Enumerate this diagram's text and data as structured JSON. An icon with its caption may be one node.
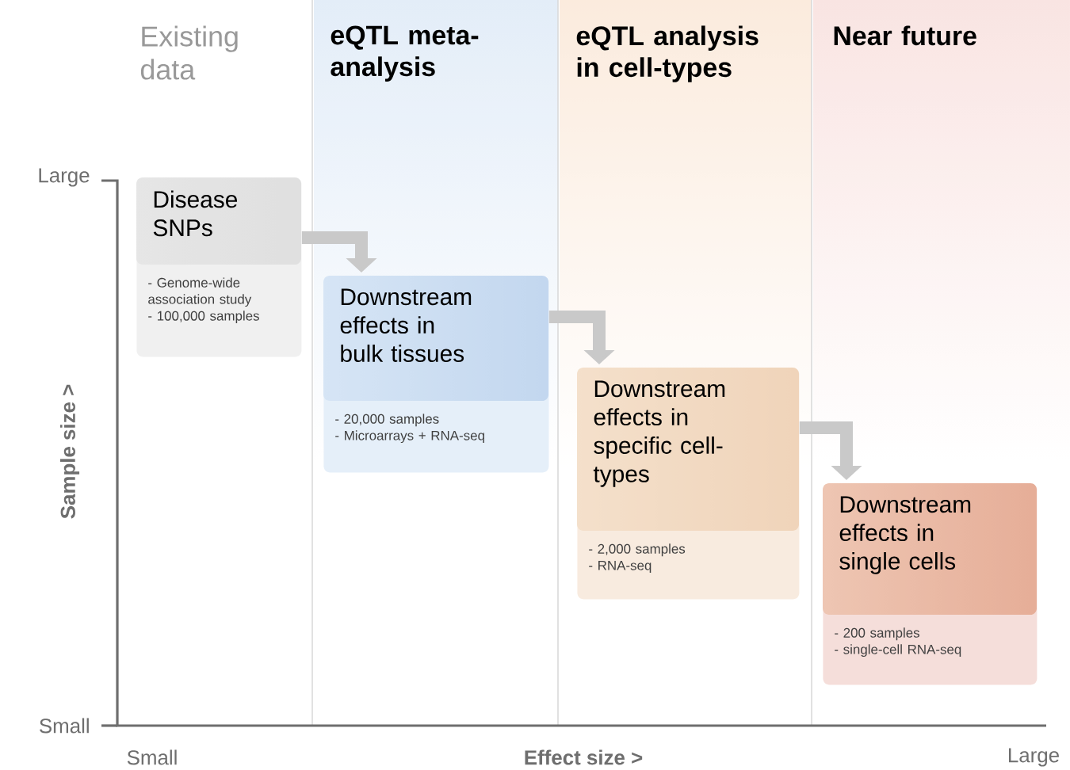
{
  "diagram": {
    "nodes": [
      {
        "text": [
          "Disease SNPs",
          "- Genome-wide association study",
          "- 100,000 samples"
        ]
      },
      {
        "text": [
          "Downstream effects in bulk tissues",
          "- 20,000 samples",
          "- Microarrays + RNA-seq"
        ]
      },
      {
        "text": [
          "Downstream effects in specific cell-types",
          "- 2,000 samples",
          "- RNA-seq"
        ]
      },
      {
        "text": [
          "Downstream effects in single cells",
          "- 200 samples",
          "- single-cell RNA-seq"
        ]
      }
    ],
    "edges": [
      {
        "from": 0,
        "to": 1,
        "arrow": "to"
      },
      {
        "from": 1,
        "to": 2,
        "arrow": "to"
      },
      {
        "from": 2,
        "to": 3,
        "arrow": "to"
      }
    ],
    "labels": [
      "Existing data",
      "eQTL meta-analysis",
      "eQTL analysis in cell-types",
      "Near future",
      "Large",
      "Sample size >",
      "Small",
      "Small",
      "Effect size >",
      "Large"
    ]
  }
}
